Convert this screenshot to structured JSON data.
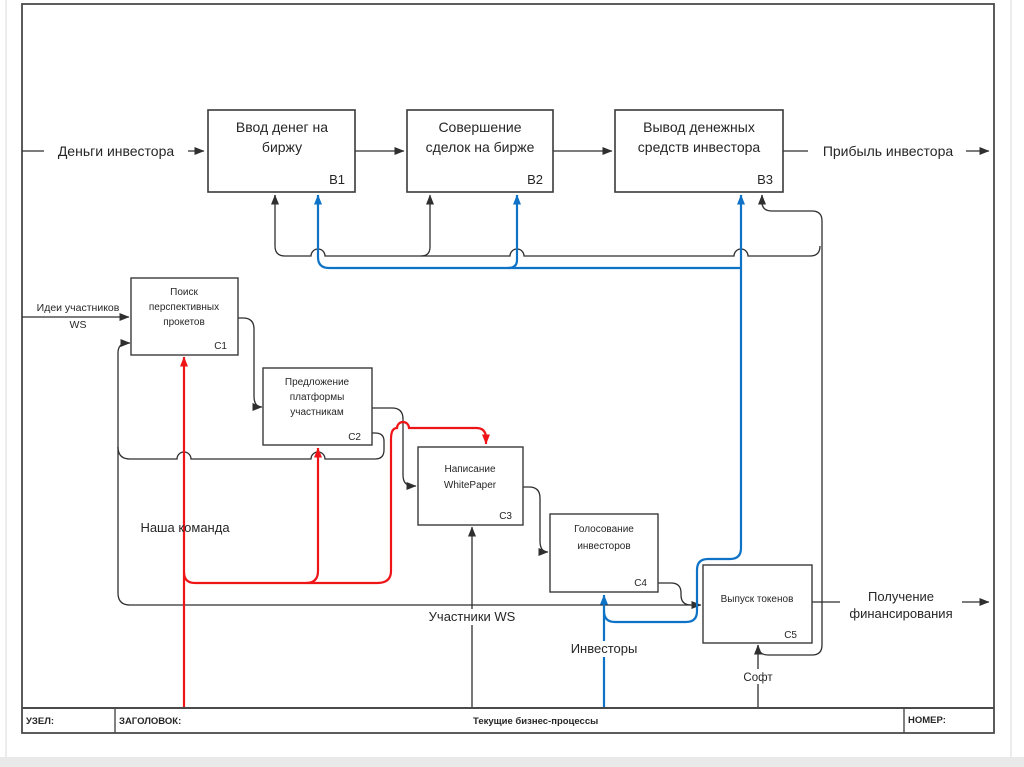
{
  "diagram": {
    "boxes": {
      "b1": {
        "lines": [
          "Ввод денег на",
          "биржу"
        ],
        "code": "В1"
      },
      "b2": {
        "lines": [
          "Совершение",
          "сделок на бирже"
        ],
        "code": "В2"
      },
      "b3": {
        "lines": [
          "Вывод денежных",
          "средств инвестора"
        ],
        "code": "В3"
      },
      "c1": {
        "lines": [
          "Поиск",
          "перспективных",
          "прокетов"
        ],
        "code": "С1"
      },
      "c2": {
        "lines": [
          "Предложение",
          "платформы",
          "участникам"
        ],
        "code": "С2"
      },
      "c3": {
        "lines": [
          "Написание",
          "WhitePaper"
        ],
        "code": "С3"
      },
      "c4": {
        "lines": [
          "Голосование",
          "инвесторов"
        ],
        "code": "С4"
      },
      "c5": {
        "lines": [
          "Выпуск токенов"
        ],
        "code": "С5"
      }
    },
    "labels": {
      "money_in": "Деньги инвестора",
      "profit": "Прибыль инвестора",
      "ideas": [
        "Идеи участников",
        "WS"
      ],
      "our_team": "Наша команда",
      "ws_members": "Участники WS",
      "investors": "Инвесторы",
      "soft": "Софт",
      "funding": [
        "Получение",
        "финансирования"
      ]
    },
    "title_bar": {
      "node_label": "УЗЕЛ:",
      "title_label": "ЗАГОЛОВОК:",
      "title_value": "Текущие бизнес-процессы",
      "number_label": "НОМЕР:"
    },
    "colors": {
      "ink": "#262626",
      "line": "#2f2f2f",
      "red": "#ee1418",
      "blue": "#0e72c6",
      "frame": "#4a4a4a",
      "box_stroke": "#3a3a3a",
      "page_edge": "#e9e9e9",
      "edge_line": "#d8d8d8",
      "white": "#ffffff"
    }
  }
}
